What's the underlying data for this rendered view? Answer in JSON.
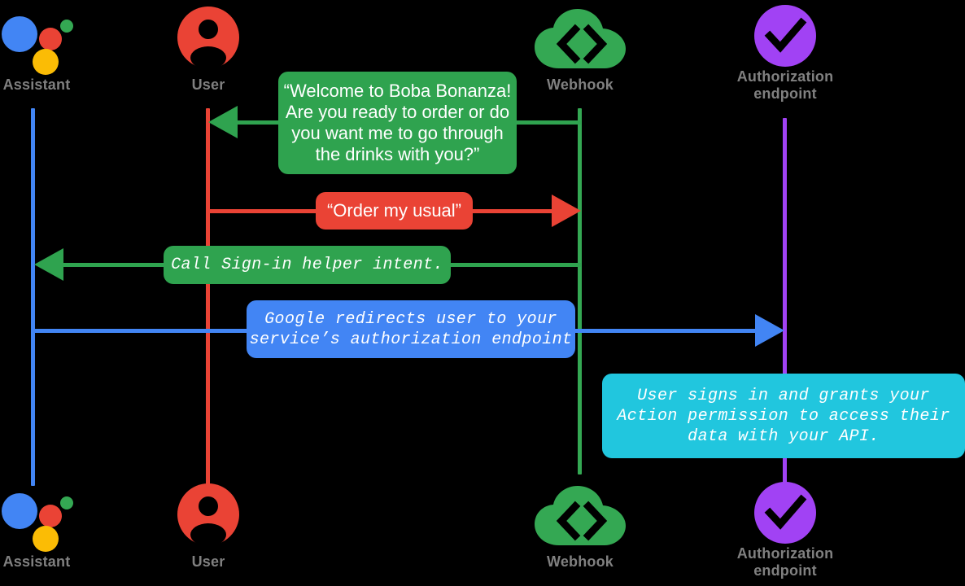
{
  "diagram": {
    "title": "Account linking sequence diagram",
    "background": "#000000",
    "colors": {
      "assistant_blue": "#4285F4",
      "user_red": "#EA4335",
      "webhook_green": "#34A853",
      "auth_purple": "#A142F4",
      "bubble_green": "#2FA34F",
      "bubble_red": "#EA4335",
      "bubble_blue": "#4285F4",
      "bubble_cyan": "#21C6DE",
      "label_gray": "#808080",
      "text_white": "#FFFFFF"
    }
  },
  "actors": [
    {
      "id": "assistant",
      "label": "Assistant",
      "icon": "google-assistant-icon",
      "lifeline_color": "#4285F4"
    },
    {
      "id": "user",
      "label": "User",
      "icon": "user-avatar-icon",
      "lifeline_color": "#EA4335"
    },
    {
      "id": "webhook",
      "label": "Webhook",
      "icon": "cloud-code-icon",
      "lifeline_color": "#34A853"
    },
    {
      "id": "auth",
      "label": "Authorization\nendpoint",
      "icon": "check-circle-icon",
      "lifeline_color": "#A142F4"
    }
  ],
  "messages": [
    {
      "id": "welcome",
      "text": "“Welcome to Boba Bonanza!\nAre you ready to order or do\nyou want me to go through\nthe drinks with you?”",
      "color": "#2FA34F",
      "font": "sans",
      "from": "webhook",
      "to": "user",
      "direction": "left"
    },
    {
      "id": "order-my-usual",
      "text": "“Order my usual”",
      "color": "#EA4335",
      "font": "sans",
      "from": "user",
      "to": "webhook",
      "direction": "right"
    },
    {
      "id": "signin-helper",
      "text": "Call Sign-in helper intent.",
      "color": "#2FA34F",
      "font": "mono",
      "from": "webhook",
      "to": "assistant",
      "direction": "left"
    },
    {
      "id": "google-redirect",
      "text": "Google redirects user to your\nservice’s authorization endpoint",
      "color": "#4285F4",
      "font": "mono",
      "from": "assistant",
      "to": "auth",
      "direction": "right"
    },
    {
      "id": "user-grants",
      "text": "User signs in and grants your\nAction permission to access their\ndata with your API.",
      "color": "#21C6DE",
      "font": "mono",
      "from": "auth",
      "to": "auth",
      "direction": "none"
    }
  ]
}
